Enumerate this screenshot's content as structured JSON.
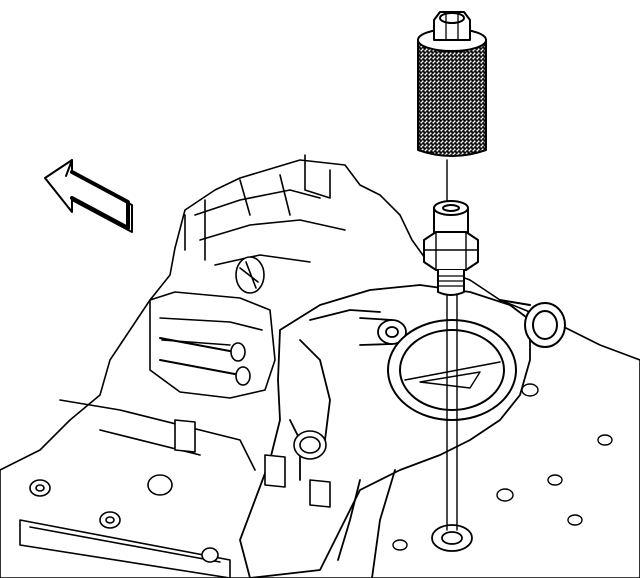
{
  "diagram": {
    "colors": {
      "ink": "#000000",
      "paper": "#ffffff",
      "knurl": "#8a8a8a"
    },
    "parts": [
      "direction-arrow",
      "socket-tool",
      "pressure-sensor",
      "intake-manifold",
      "throttle-body",
      "fuel-rail",
      "mounting-hole"
    ]
  }
}
